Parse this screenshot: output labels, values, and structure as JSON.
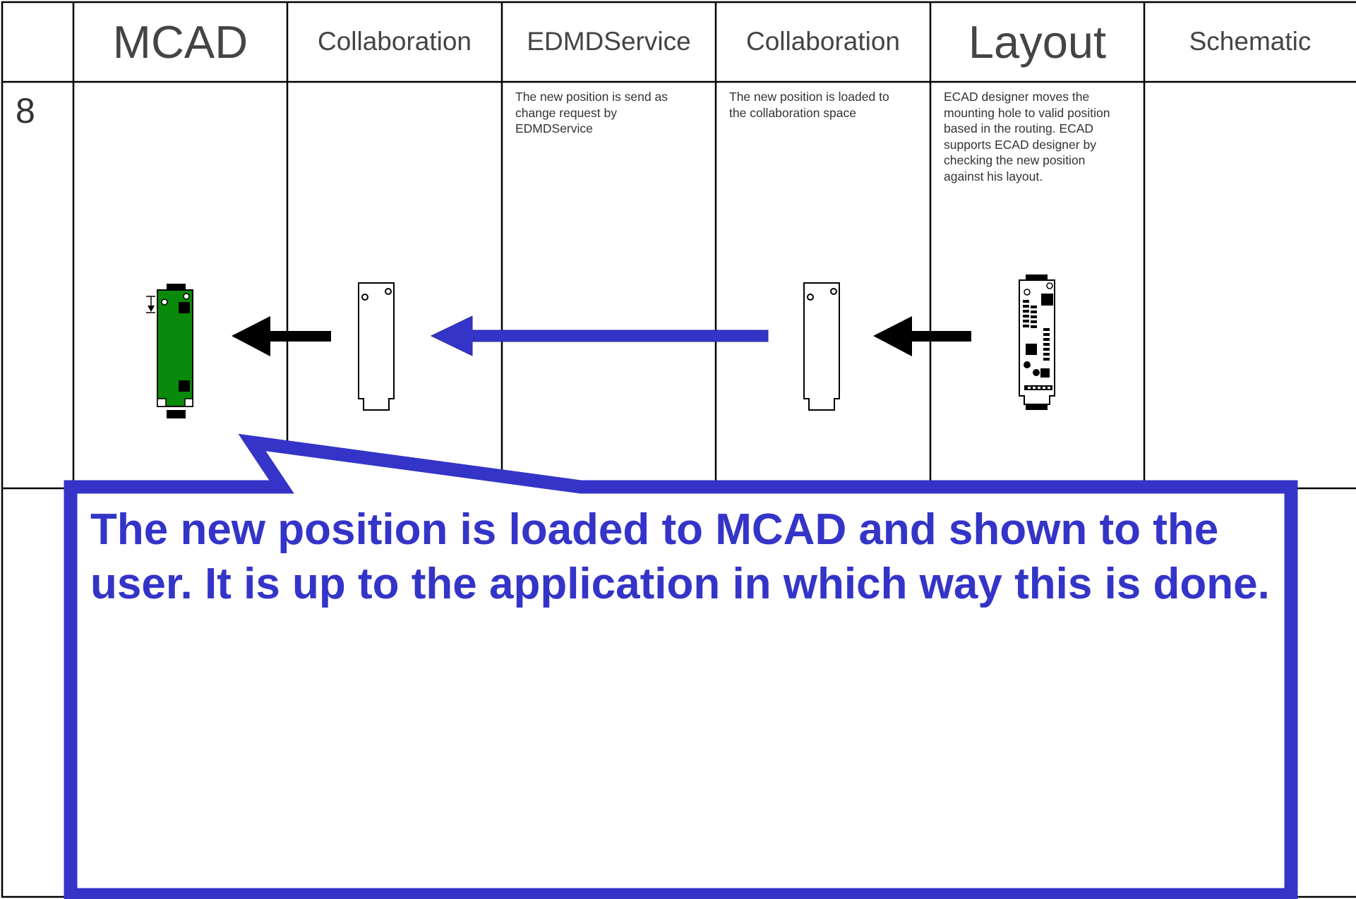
{
  "columns": [
    {
      "label": "MCAD"
    },
    {
      "label": "Collaboration"
    },
    {
      "label": "EDMDService"
    },
    {
      "label": "Collaboration"
    },
    {
      "label": "Layout"
    },
    {
      "label": "Schematic"
    }
  ],
  "row": {
    "number": "8",
    "descriptions": {
      "edmdservice": "The new position is send as change request by EDMDService",
      "collaboration": "The new position is loaded to the collaboration space",
      "layout": "ECAD designer moves the mounting hole to valid position based in the routing. ECAD supports ECAD designer by checking the new position against his layout."
    }
  },
  "callout": {
    "text": "The new position is loaded to MCAD and shown to the user. It is up to the application in which way this is done."
  },
  "colors": {
    "callout_blue": "#3434c8",
    "board_green": "#0a8a0a",
    "arrow_black": "#000000"
  }
}
